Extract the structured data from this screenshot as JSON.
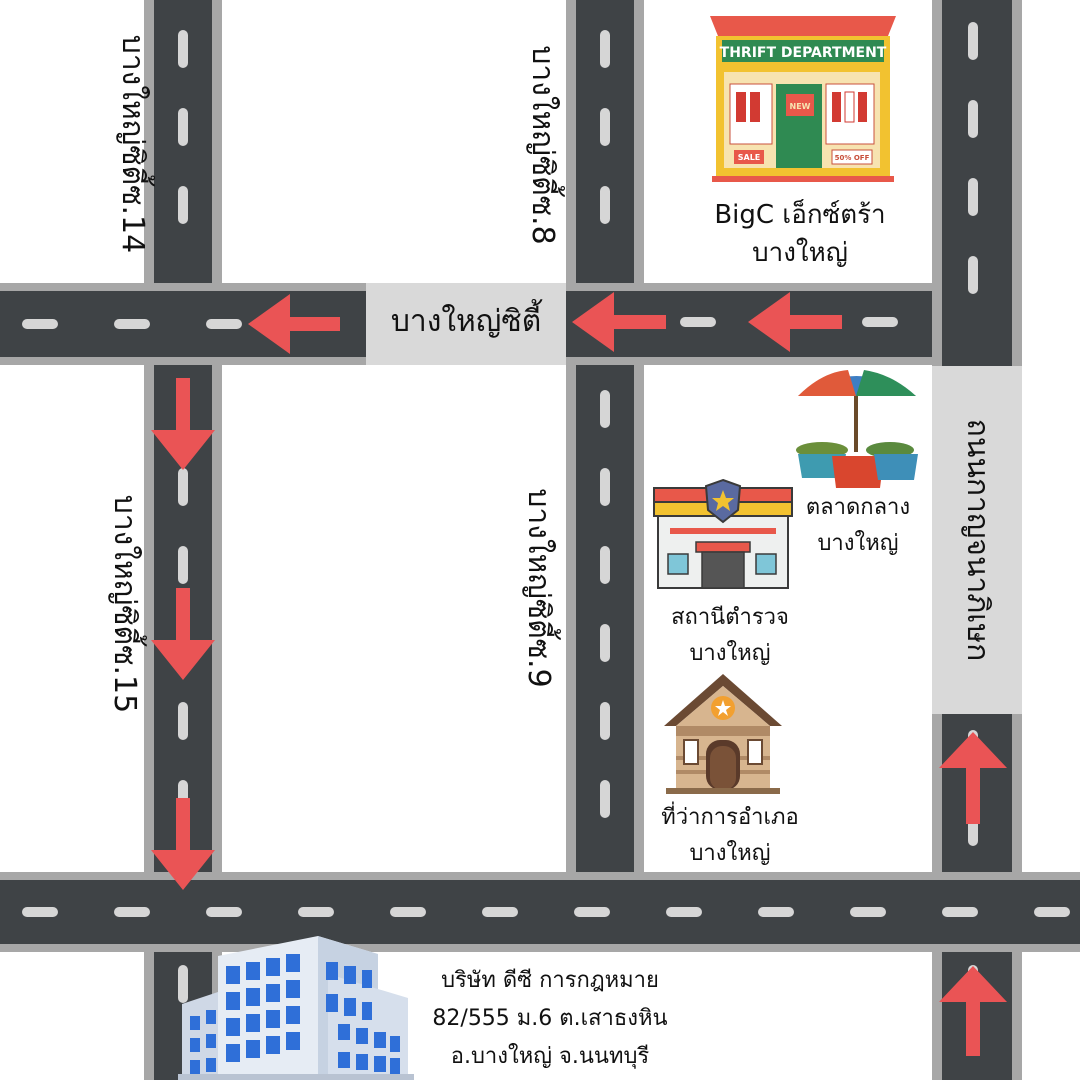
{
  "streets": {
    "main_road": "บางใหญ่ซิตี้",
    "soi_14": "บางใหญ่ซิตี้ซ.14",
    "soi_8": "บางใหญ่ซิตี้ซ.8",
    "soi_15": "บางใหญ่ซิตี้ซ.15",
    "soi_9": "บางใหญ่ซิตี้ซ.9",
    "kanchanaphisek": "ถนนกาญจนาภิเษก"
  },
  "places": {
    "bigc": {
      "sign": "THRIFT DEPARTMENT",
      "line1": "BigC เอ็กซ์ตร้า",
      "line2": "บางใหญ่"
    },
    "market": {
      "line1": "ตลาดกลาง",
      "line2": "บางใหญ่"
    },
    "police": {
      "line1": "สถานีตำรวจ",
      "line2": "บางใหญ่"
    },
    "district_office": {
      "line1": "ที่ว่าการอำเภอ",
      "line2": "บางใหญ่"
    }
  },
  "company": {
    "line1": "บริษัท ดีซี การกฎหมาย",
    "line2": "82/555 ม.6 ต.เสาธงหิน",
    "line3": "อ.บางใหญ่ จ.นนทบุรี"
  },
  "shop_tags": {
    "new": "NEW",
    "sale": "SALE",
    "off": "50% OFF"
  },
  "colors": {
    "road": "#3f4346",
    "road_edge": "#a7a7a7",
    "lane_mark": "#d6d6d6",
    "arrow": "#ea5455",
    "label_plate": "#d9d9d9"
  }
}
